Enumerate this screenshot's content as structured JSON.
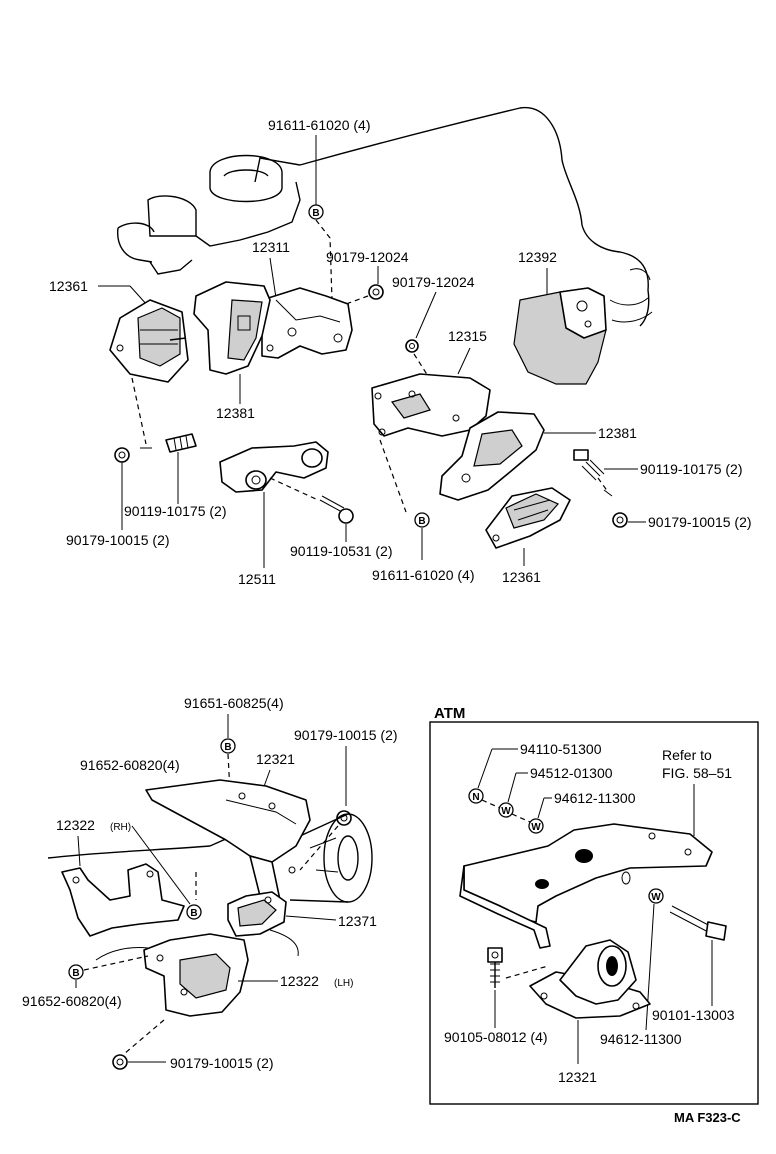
{
  "labels": {
    "top_91611_top": "91611-61020 (4)",
    "top_12311": "12311",
    "top_90179_12024_a": "90179-12024",
    "top_90179_12024_b": "90179-12024",
    "top_12392": "12392",
    "top_12361_left": "12361",
    "top_12315": "12315",
    "top_12381_left": "12381",
    "top_12381_right": "12381",
    "top_90119_10175_right": "90119-10175 (2)",
    "top_90179_10015_right": "90179-10015 (2)",
    "top_90119_10175_left": "90119-10175 (2)",
    "top_90179_10015_left": "90179-10015 (2)",
    "top_90119_10531": "90119-10531 (2)",
    "top_91611_bottom": "91611-61020 (4)",
    "top_12511": "12511",
    "top_12361_right": "12361",
    "bl_91651": "91651-60825(4)",
    "bl_90179_10015_top": "90179-10015 (2)",
    "bl_91652_top": "91652-60820(4)",
    "bl_12321": "12321",
    "bl_12322_rh": "12322",
    "bl_rh": "(RH)",
    "bl_12371": "12371",
    "bl_12322_lh": "12322",
    "bl_lh": "(LH)",
    "bl_91652_bottom": "91652-60820(4)",
    "bl_90179_10015_bottom": "90179-10015 (2)",
    "atm_title": "ATM",
    "atm_94110": "94110-51300",
    "atm_94512": "94512-01300",
    "atm_94612_top": "94612-11300",
    "atm_refer_1": "Refer to",
    "atm_refer_2": "FIG. 58–51",
    "atm_90105": "90105-08012 (4)",
    "atm_94612_bottom": "94612-11300",
    "atm_90101": "90101-13003",
    "atm_12321": "12321",
    "footer_code": "MA F323-C"
  },
  "markers": {
    "b": "B",
    "n": "N",
    "w": "W"
  },
  "icons": {
    "bolt_marker": "bolt-marker-icon",
    "nut_marker": "nut-marker-icon",
    "washer_marker": "washer-marker-icon"
  }
}
